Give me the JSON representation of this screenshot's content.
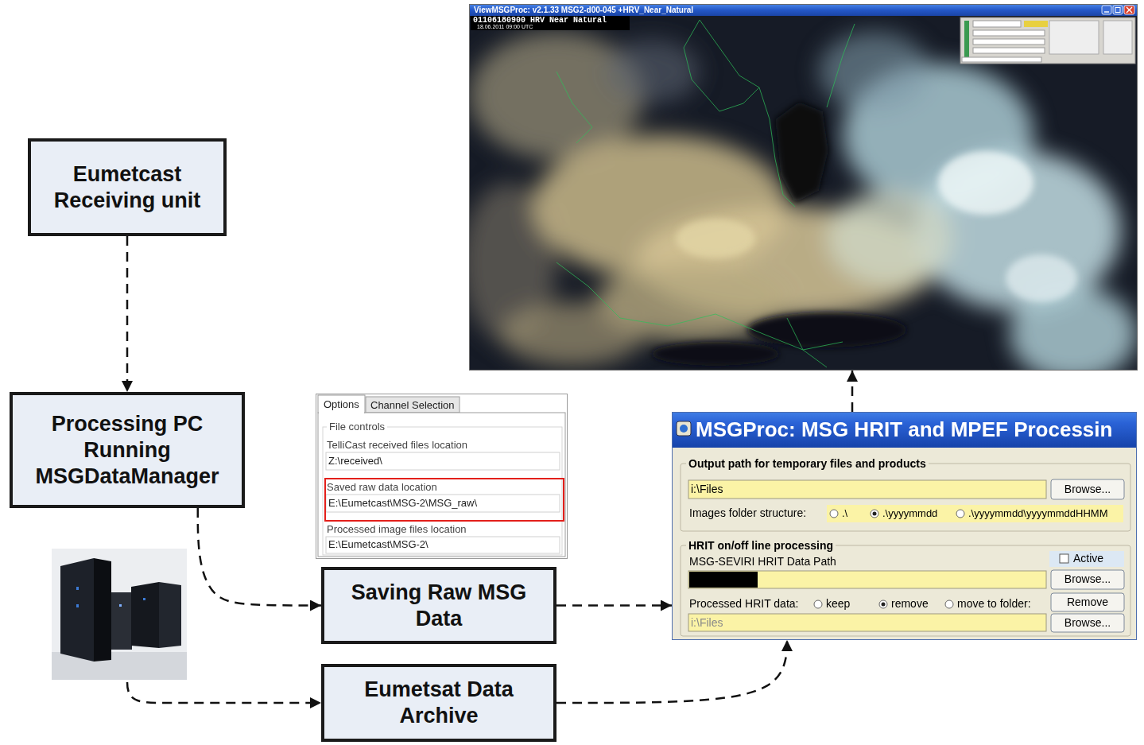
{
  "diagram": {
    "nodes": [
      {
        "text": [
          "ViewMSGProc: v2.1.33 MSG2-d00-045 +HRV_Near_Natural",
          "01106180900 HRV Near Natural",
          "18.06.2011 09:00 UTC"
        ]
      },
      {
        "text": [
          "Eumetcast Receiving unit"
        ]
      },
      {
        "text": [
          "Processing PC Running MSGDataManager"
        ]
      },
      {
        "text": [
          "Options",
          "Channel Selection",
          "File controls",
          "TelliCast received files location",
          "Z:\\received\\",
          "Processed image files location",
          "E:\\Eumetcast\\MSG-2\\"
        ]
      },
      {
        "text": [
          "Saved raw data location",
          "E:\\Eumetcast\\MSG-2\\MSG_raw\\"
        ],
        "in": 3
      },
      {
        "text": [
          "MSGProc: MSG HRIT and MPEF Processin",
          "Output path for temporary files and products",
          "i:\\Files",
          "Browse...",
          "Images folder structure:",
          ".\\",
          ".\\yyyymmdd",
          ".\\yyyymmdd\\yyyymmddHHMM",
          "HRIT on/off line processing",
          "Active",
          "MSG-SEVIRI HRIT Data Path",
          "Browse...",
          "Processed HRIT data:",
          "keep",
          "remove",
          "move to folder:",
          "Remove",
          "i:\\Files",
          "Browse..."
        ]
      },
      {
        "text": [
          "Saving Raw MSG Data"
        ]
      },
      {
        "text": [
          "Eumetsat Data Archive"
        ]
      }
    ],
    "edges": [
      {
        "from": 1,
        "to": 2,
        "arrow": "to"
      },
      {
        "from": 2,
        "to": 6,
        "arrow": "to"
      },
      {
        "from": 6,
        "to": 5,
        "arrow": "to"
      },
      {
        "from": 7,
        "to": 5,
        "arrow": "to"
      },
      {
        "from": 5,
        "to": 0,
        "arrow": "to"
      }
    ]
  }
}
